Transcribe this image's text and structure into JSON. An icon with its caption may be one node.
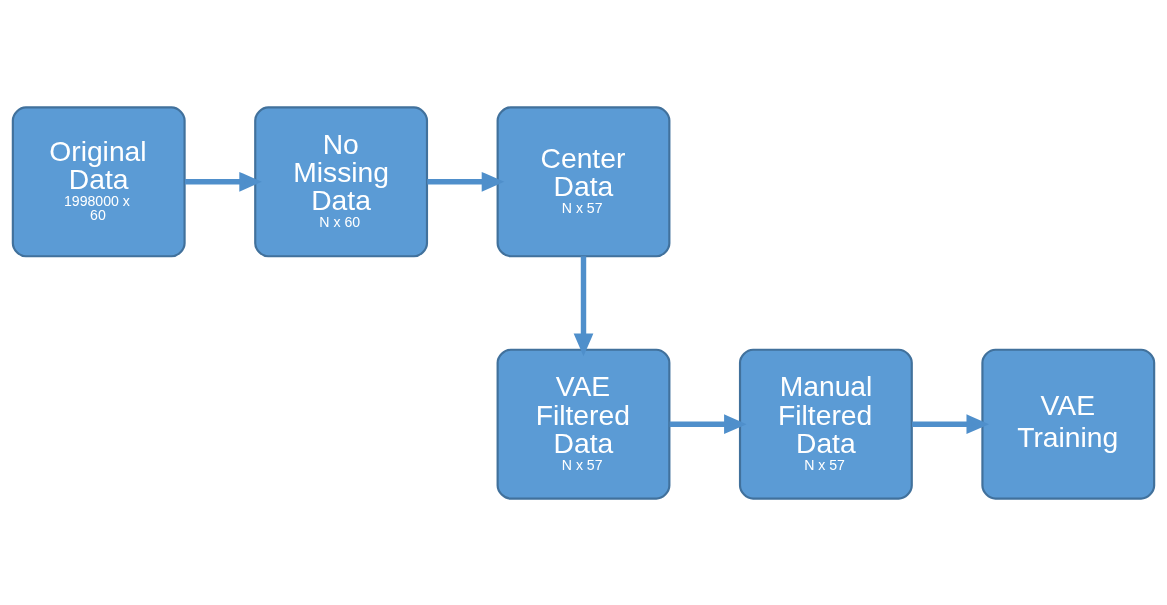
{
  "diagram": {
    "nodes": [
      {
        "text": [
          "Original Data",
          "1998000 x 60"
        ]
      },
      {
        "text": [
          "No Missing Data",
          "N x 60"
        ]
      },
      {
        "text": [
          "Center Data",
          "N x 57"
        ]
      },
      {
        "text": [
          "VAE Filtered Data",
          "N x 57"
        ]
      },
      {
        "text": [
          "Manual Filtered Data",
          "N x 57"
        ]
      },
      {
        "text": [
          "VAE Training"
        ]
      }
    ],
    "edges": [
      {
        "from": 0,
        "to": 1,
        "arrow": "to"
      },
      {
        "from": 1,
        "to": 2,
        "arrow": "to"
      },
      {
        "from": 2,
        "to": 3,
        "arrow": "to"
      },
      {
        "from": 3,
        "to": 4,
        "arrow": "to"
      },
      {
        "from": 4,
        "to": 5,
        "arrow": "to"
      }
    ]
  }
}
